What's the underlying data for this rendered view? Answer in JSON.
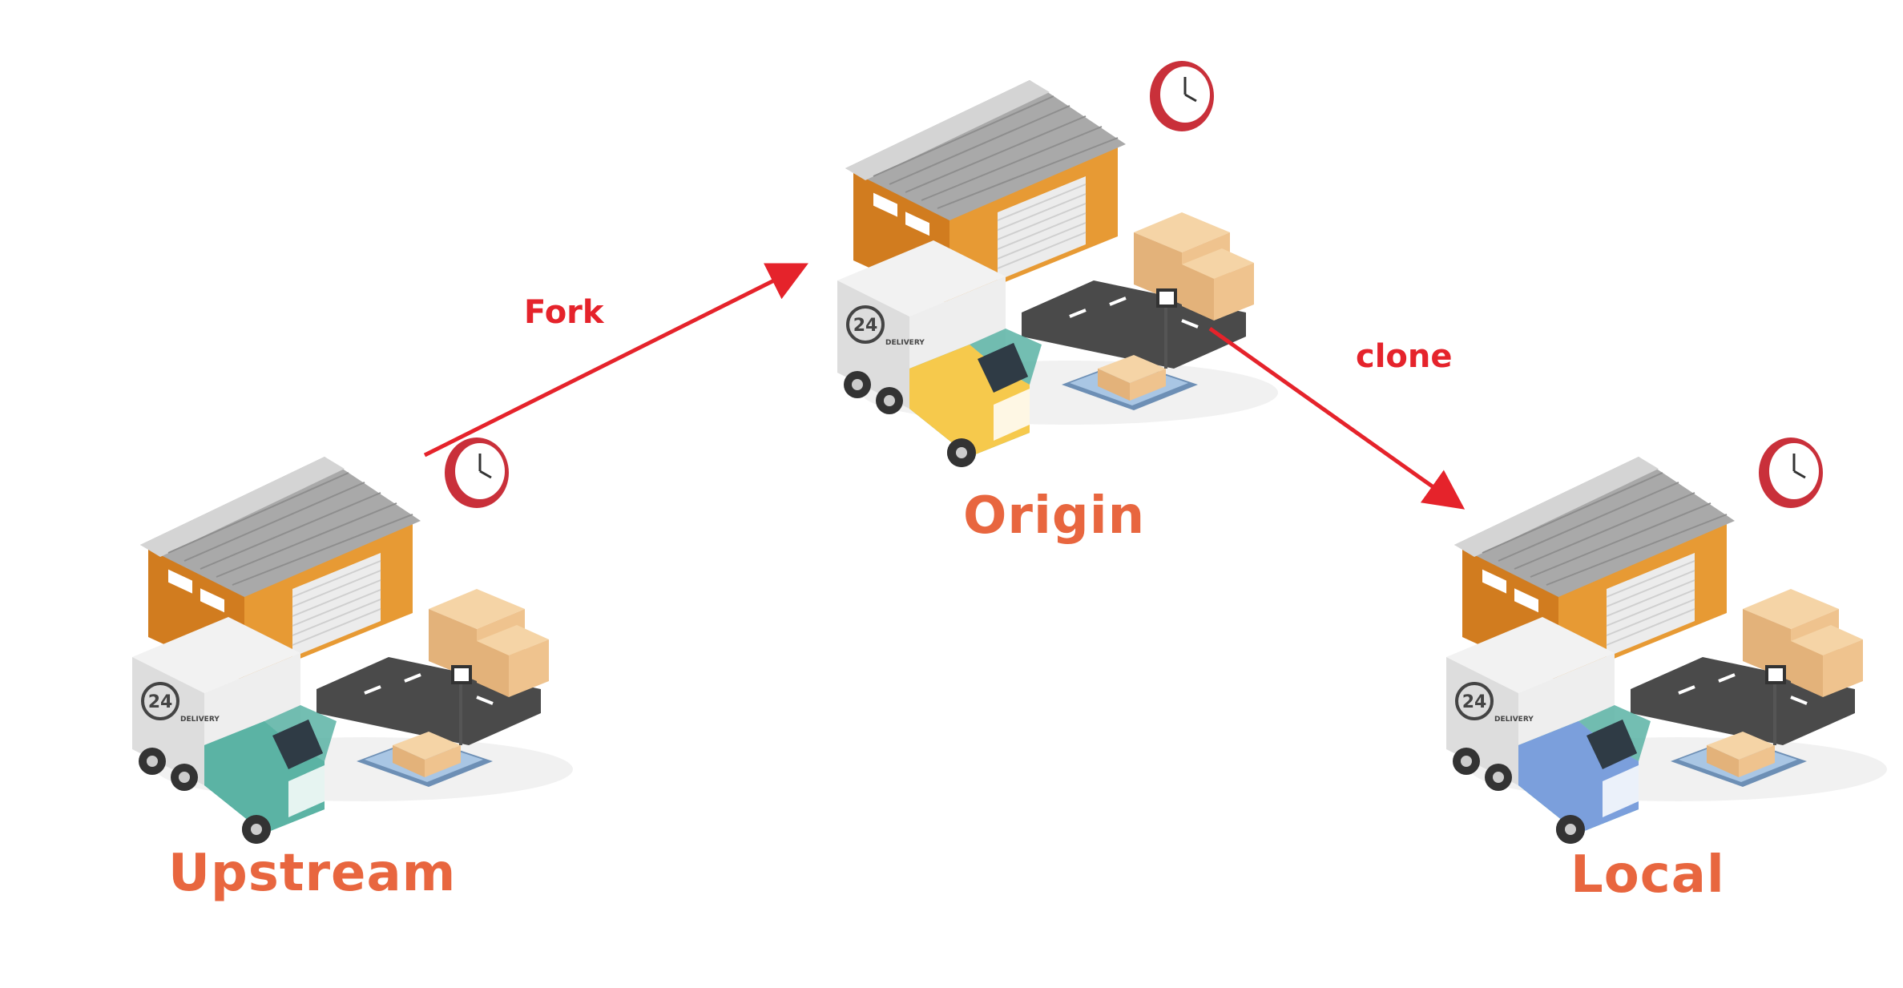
{
  "nodes": {
    "upstream": {
      "label": "Upstream",
      "truck_color": "#5bb3a4",
      "truck_text": "24",
      "truck_subtext": "DELIVERY"
    },
    "origin": {
      "label": "Origin",
      "truck_color": "#f6c94c",
      "truck_text": "24",
      "truck_subtext": "DELIVERY"
    },
    "local": {
      "label": "Local",
      "truck_color": "#7b9fdc",
      "truck_text": "24",
      "truck_subtext": "DELIVERY"
    }
  },
  "edges": {
    "fork": {
      "label": "Fork",
      "from": "upstream",
      "to": "origin"
    },
    "clone": {
      "label": "clone",
      "from": "origin",
      "to": "local"
    }
  },
  "colors": {
    "label_text": "#e8663f",
    "edge": "#e5232b",
    "warehouse_wall": "#e3962f",
    "warehouse_roof": "#b9b9b9",
    "box": "#efc38e",
    "clock": "#c9303a"
  }
}
